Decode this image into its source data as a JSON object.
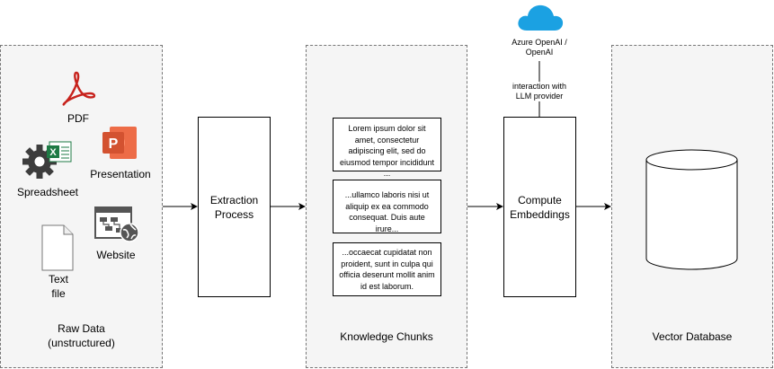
{
  "groups": {
    "raw_data": {
      "label": "Raw Data\n(unstructured)",
      "items": {
        "pdf": "PDF",
        "spreadsheet": "Spreadsheet",
        "presentation": "Presentation",
        "text_file": "Text\nfile",
        "website": "Website"
      }
    },
    "knowledge_chunks": {
      "label": "Knowledge Chunks",
      "chunks": [
        "Lorem ipsum dolor sit amet, consectetur adipiscing elit, sed do eiusmod tempor incididunt ...",
        "...ullamco laboris nisi ut aliquip ex ea commodo consequat. Duis aute irure...",
        "...occaecat cupidatat non proident, sunt in culpa qui officia deserunt mollit anim id est laborum."
      ]
    },
    "vector_database": {
      "label": "Vector Database"
    }
  },
  "processes": {
    "extraction": "Extraction\nProcess",
    "embeddings": "Compute\nEmbeddings"
  },
  "cloud": {
    "label": "Azure OpenAI /\nOpenAI",
    "edge_label": "interaction with\nLLM provider"
  },
  "colors": {
    "group_fill": "#f5f5f5",
    "group_border": "#777777",
    "pdf_red": "#c7221c",
    "ppt_orange": "#d35230",
    "excel_green": "#1e7a44",
    "gear_dark": "#3d3d3d",
    "cloud_blue": "#1ba1e2"
  },
  "icons": [
    "pdf-icon",
    "spreadsheet-icon",
    "presentation-icon",
    "text-file-icon",
    "website-icon",
    "cloud-icon",
    "database-icon"
  ]
}
